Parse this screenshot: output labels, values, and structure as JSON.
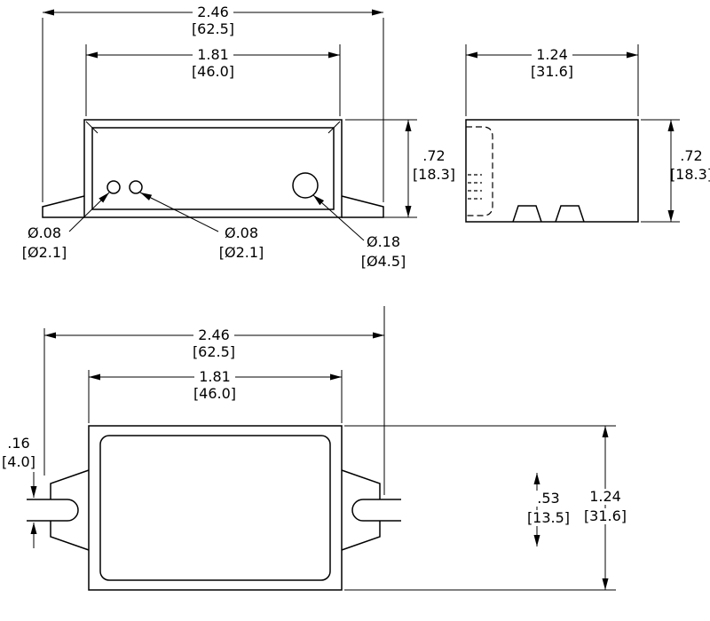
{
  "drawing": {
    "background_color": "#ffffff",
    "line_color": "#000000",
    "front_view": {
      "overall_width": {
        "inches": "2.46",
        "mm": "[62.5]"
      },
      "body_width": {
        "inches": "1.81",
        "mm": "[46.0]"
      },
      "height": {
        "inches": ".72",
        "mm": "[18.3]"
      },
      "hole_left": {
        "inches": "Ø.08",
        "mm": "[Ø2.1]"
      },
      "hole_middle": {
        "inches": "Ø.08",
        "mm": "[Ø2.1]"
      },
      "hole_large": {
        "inches": "Ø.18",
        "mm": "[Ø4.5]"
      }
    },
    "side_view": {
      "depth": {
        "inches": "1.24",
        "mm": "[31.6]"
      },
      "height": {
        "inches": ".72",
        "mm": "[18.3]"
      }
    },
    "top_view": {
      "overall_width": {
        "inches": "2.46",
        "mm": "[62.5]"
      },
      "body_width": {
        "inches": "1.81",
        "mm": "[46.0]"
      },
      "slot_width": {
        "inches": ".16",
        "mm": "[4.0]"
      },
      "slot_offset": {
        "inches": ".53",
        "mm": "[13.5]"
      },
      "depth": {
        "inches": "1.24",
        "mm": "[31.6]"
      }
    }
  }
}
